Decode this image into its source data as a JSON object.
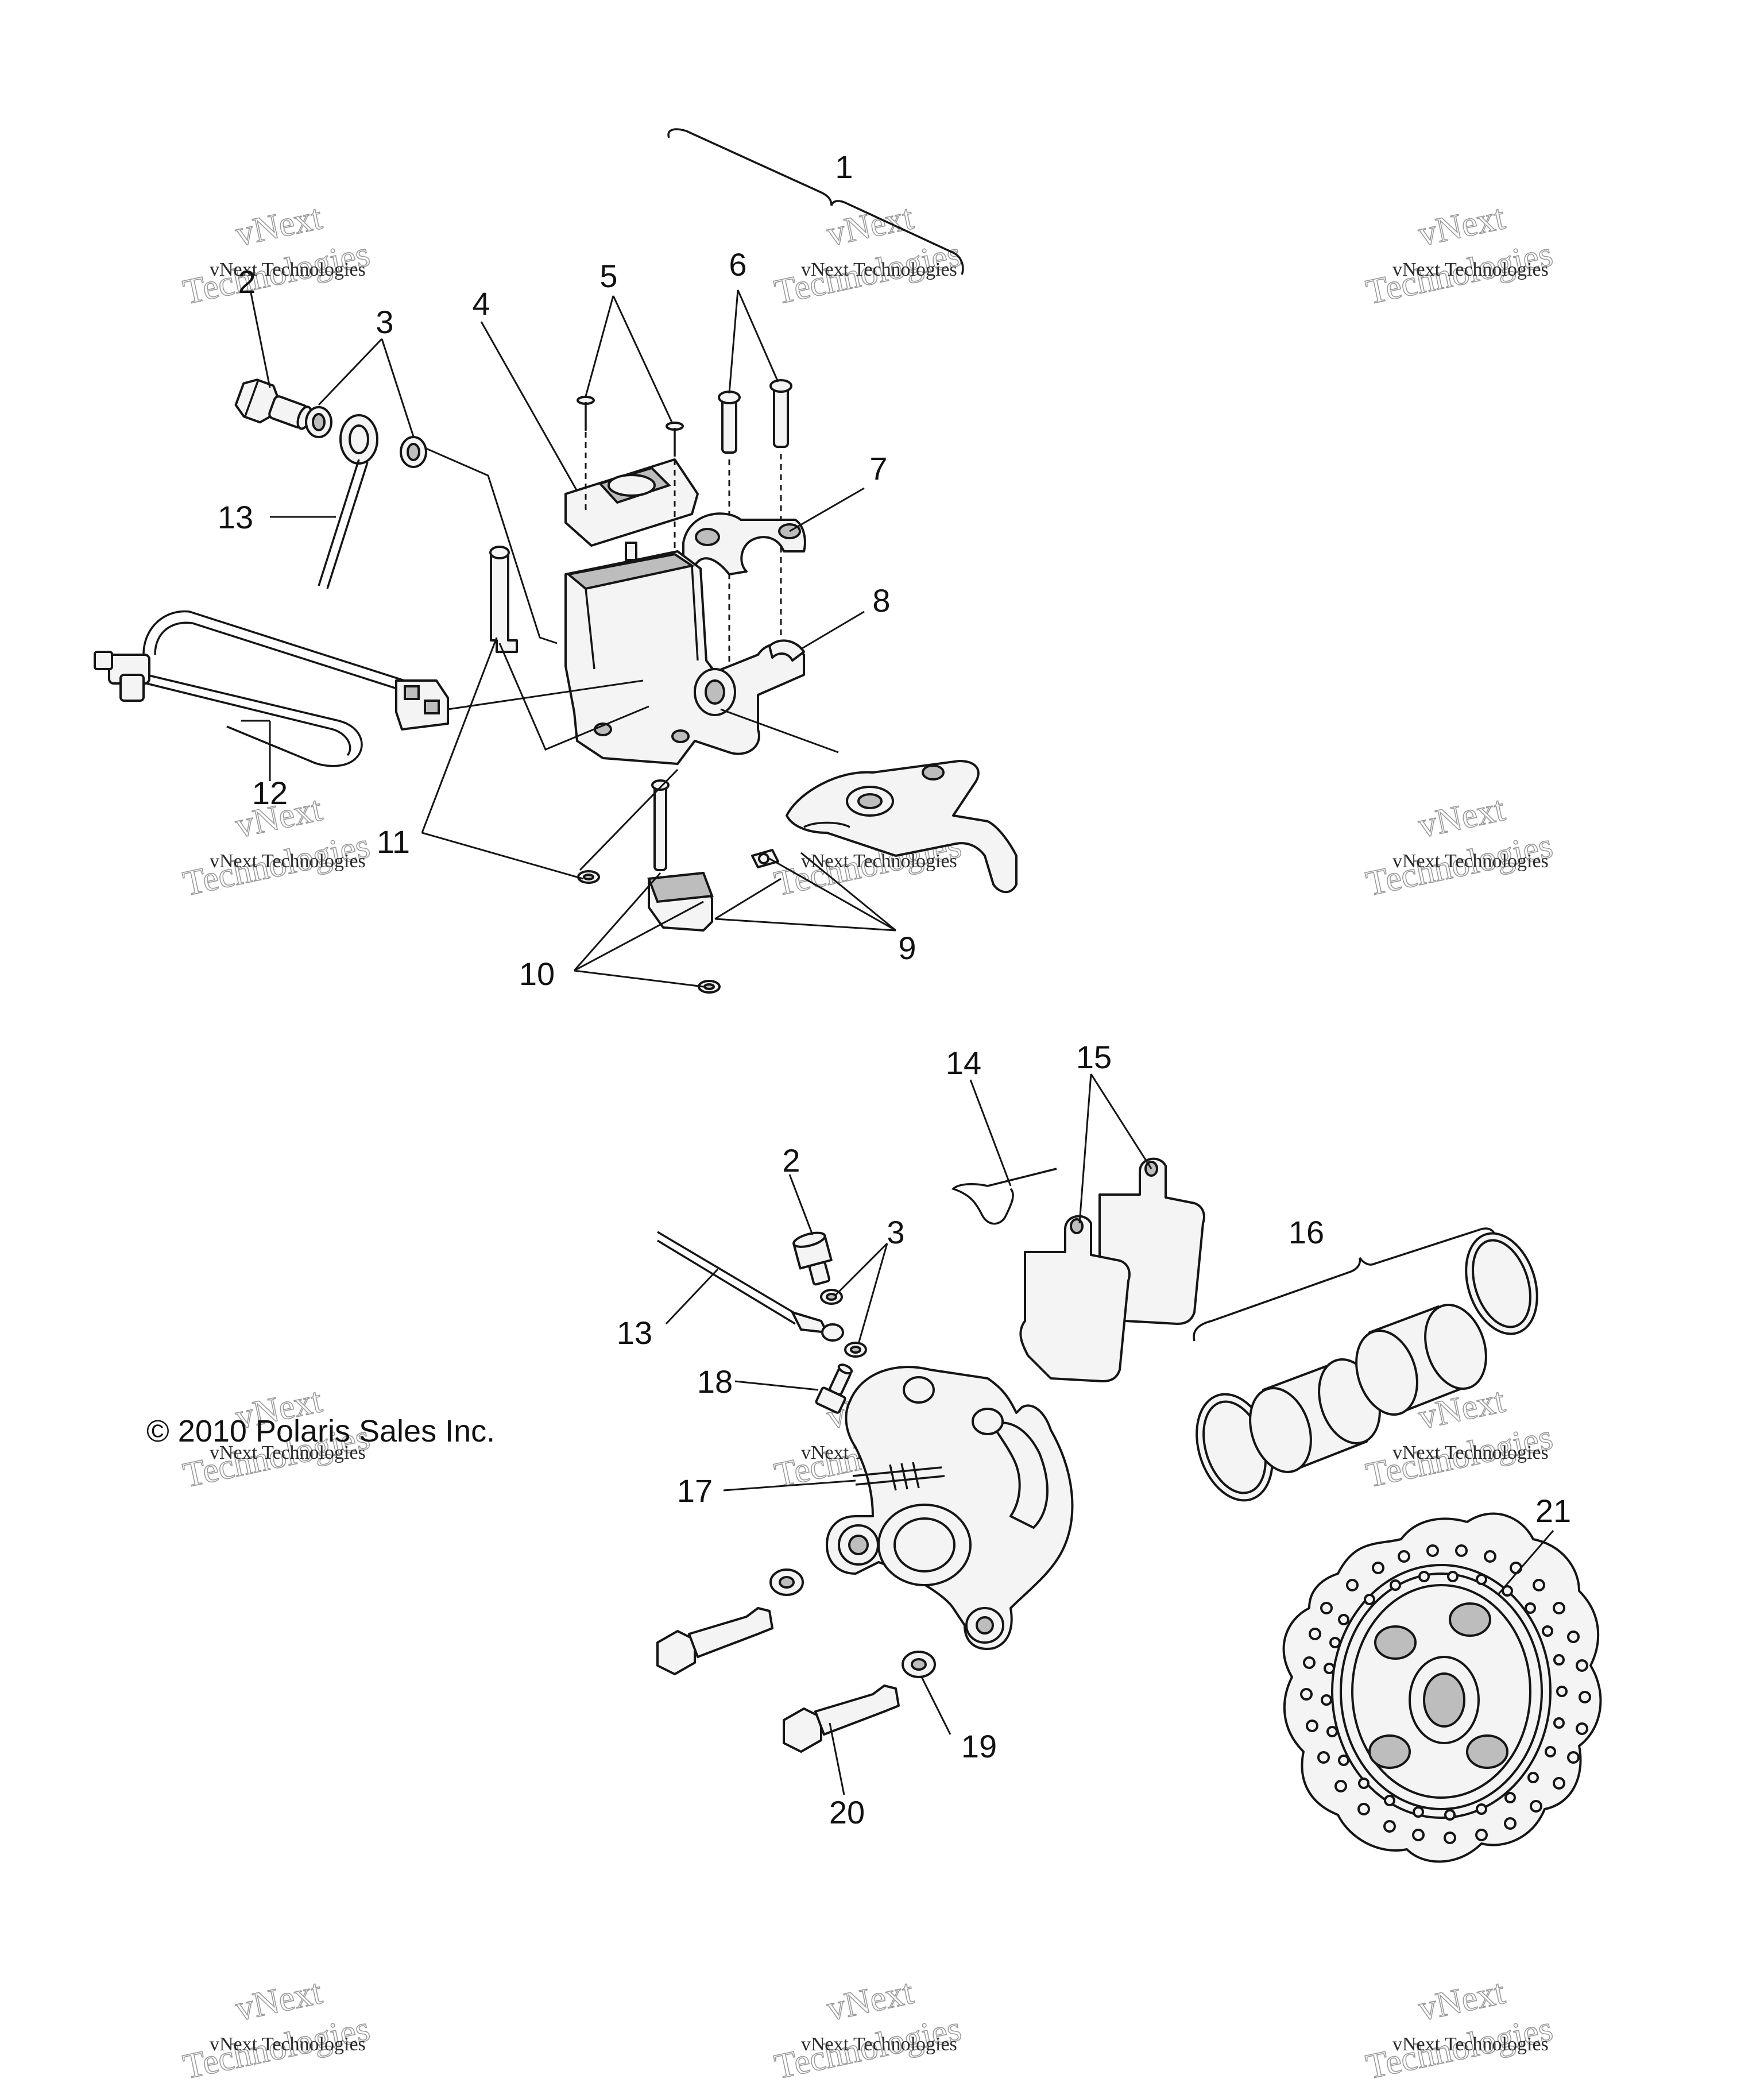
{
  "diagram": {
    "copyright": "© 2010 Polaris Sales Inc.",
    "watermark_line1": "vNext Technologies",
    "watermark_line2": "Technologies",
    "watermark_overlay": "vNext",
    "callouts": {
      "c1": "1",
      "c2_top": "2",
      "c3_top": "3",
      "c4": "4",
      "c5": "5",
      "c6": "6",
      "c7": "7",
      "c8": "8",
      "c9": "9",
      "c10": "10",
      "c11": "11",
      "c12": "12",
      "c13_top": "13",
      "c14": "14",
      "c15": "15",
      "c16": "16",
      "c2_bottom": "2",
      "c3_bottom": "3",
      "c13_bottom": "13",
      "c18": "18",
      "c17": "17",
      "c19": "19",
      "c20": "20",
      "c21": "21"
    }
  }
}
